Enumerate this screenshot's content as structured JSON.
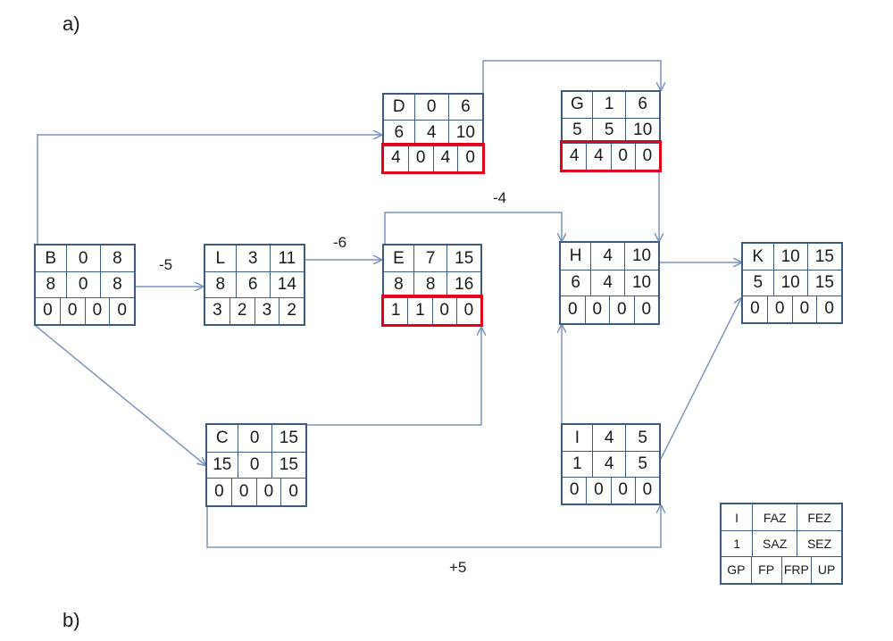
{
  "captions": {
    "a": "a)",
    "b": "b)"
  },
  "colors": {
    "border": "#3d5a80",
    "arrow": "#7a94c0",
    "highlight": "#e3001b"
  },
  "nodes": {
    "D": {
      "r1": [
        "D",
        "0",
        "6"
      ],
      "r2": [
        "6",
        "4",
        "10"
      ],
      "r3": [
        "4",
        "0",
        "4",
        "0"
      ],
      "highlight": true
    },
    "G": {
      "r1": [
        "G",
        "1",
        "6"
      ],
      "r2": [
        "5",
        "5",
        "10"
      ],
      "r3": [
        "4",
        "4",
        "0",
        "0"
      ],
      "highlight": true
    },
    "B": {
      "r1": [
        "B",
        "0",
        "8"
      ],
      "r2": [
        "8",
        "0",
        "8"
      ],
      "r3": [
        "0",
        "0",
        "0",
        "0"
      ],
      "highlight": false
    },
    "L": {
      "r1": [
        "L",
        "3",
        "11"
      ],
      "r2": [
        "8",
        "6",
        "14"
      ],
      "r3": [
        "3",
        "2",
        "3",
        "2"
      ],
      "highlight": false
    },
    "E": {
      "r1": [
        "E",
        "7",
        "15"
      ],
      "r2": [
        "8",
        "8",
        "16"
      ],
      "r3": [
        "1",
        "1",
        "0",
        "0"
      ],
      "highlight": true
    },
    "H": {
      "r1": [
        "H",
        "4",
        "10"
      ],
      "r2": [
        "6",
        "4",
        "10"
      ],
      "r3": [
        "0",
        "0",
        "0",
        "0"
      ],
      "highlight": false
    },
    "K": {
      "r1": [
        "K",
        "10",
        "15"
      ],
      "r2": [
        "5",
        "10",
        "15"
      ],
      "r3": [
        "0",
        "0",
        "0",
        "0"
      ],
      "highlight": false
    },
    "C": {
      "r1": [
        "C",
        "0",
        "15"
      ],
      "r2": [
        "15",
        "0",
        "15"
      ],
      "r3": [
        "0",
        "0",
        "0",
        "0"
      ],
      "highlight": false
    },
    "I": {
      "r1": [
        "I",
        "4",
        "5"
      ],
      "r2": [
        "1",
        "4",
        "5"
      ],
      "r3": [
        "0",
        "0",
        "0",
        "0"
      ],
      "highlight": false
    }
  },
  "edge_labels": {
    "B_L": "-5",
    "L_E": "-6",
    "E_H": "-4",
    "C_I": "+5"
  },
  "legend": {
    "r1": [
      "I",
      "FAZ",
      "FEZ"
    ],
    "r2": [
      "1",
      "SAZ",
      "SEZ"
    ],
    "r3": [
      "GP",
      "FP",
      "FRP",
      "UP"
    ]
  }
}
